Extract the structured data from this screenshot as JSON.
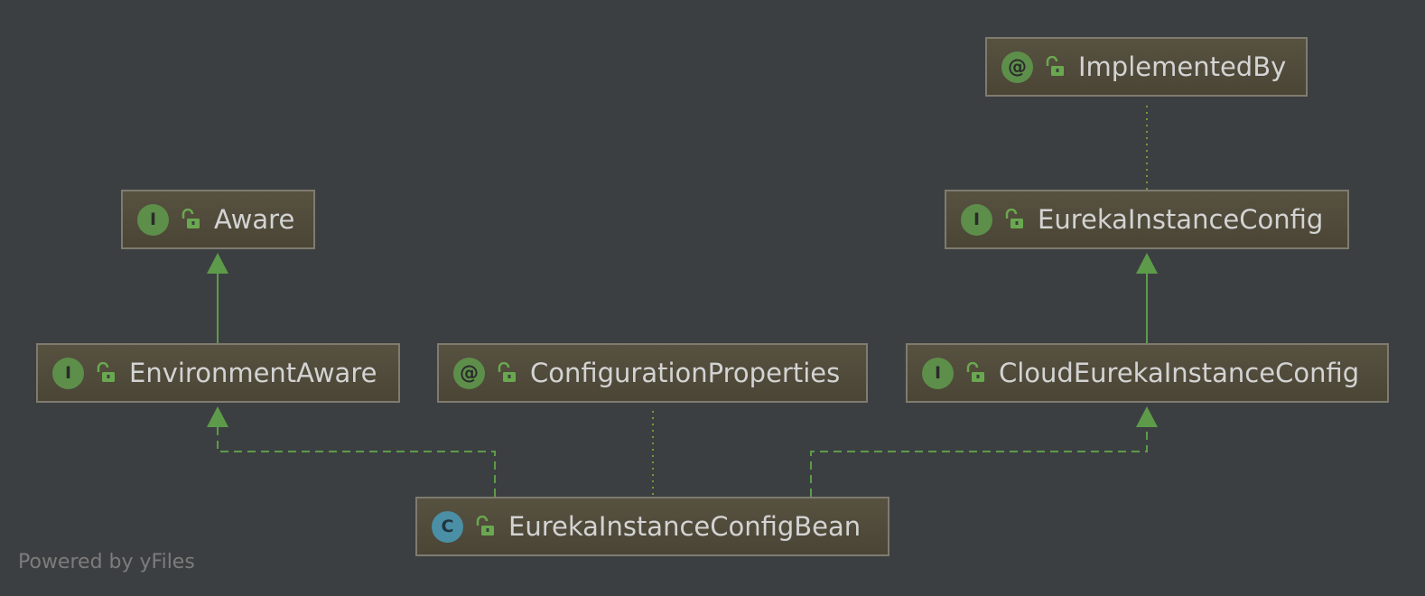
{
  "diagram": {
    "nodes": {
      "implemented_by": {
        "kind": "annotation",
        "kind_glyph": "@",
        "label": "ImplementedBy"
      },
      "aware": {
        "kind": "interface",
        "kind_glyph": "I",
        "label": "Aware"
      },
      "eureka_instance_config": {
        "kind": "interface",
        "kind_glyph": "I",
        "label": "EurekaInstanceConfig"
      },
      "environment_aware": {
        "kind": "interface",
        "kind_glyph": "I",
        "label": "EnvironmentAware"
      },
      "configuration_properties": {
        "kind": "annotation",
        "kind_glyph": "@",
        "label": "ConfigurationProperties"
      },
      "cloud_eureka_instance_config": {
        "kind": "interface",
        "kind_glyph": "I",
        "label": "CloudEurekaInstanceConfig"
      },
      "eureka_instance_config_bean": {
        "kind": "class",
        "kind_glyph": "C",
        "label": "EurekaInstanceConfigBean"
      }
    },
    "edges": [
      {
        "from": "environment_aware",
        "to": "aware",
        "type": "extends"
      },
      {
        "from": "cloud_eureka_instance_config",
        "to": "eureka_instance_config",
        "type": "extends"
      },
      {
        "from": "eureka_instance_config_bean",
        "to": "environment_aware",
        "type": "implements"
      },
      {
        "from": "eureka_instance_config_bean",
        "to": "cloud_eureka_instance_config",
        "type": "implements"
      },
      {
        "from": "eureka_instance_config_bean",
        "to": "configuration_properties",
        "type": "annotated-by"
      },
      {
        "from": "eureka_instance_config",
        "to": "implemented_by",
        "type": "annotated-by"
      }
    ],
    "colors": {
      "background": "#3c3f41",
      "edge": "#5d9b4a",
      "node_border": "#7f7b70",
      "interface_badge": "#5d8f4b",
      "class_badge": "#4a8fa5"
    }
  },
  "footer": {
    "text": "Powered by yFiles"
  }
}
